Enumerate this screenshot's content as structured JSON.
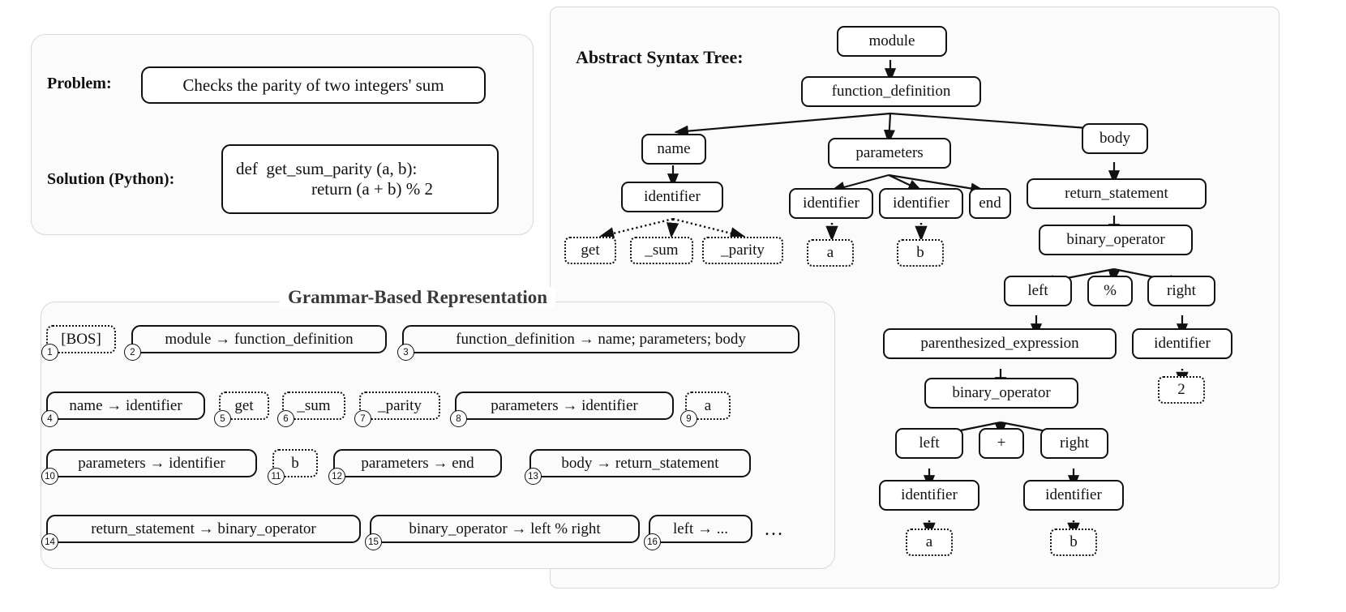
{
  "problem_panel": {
    "problem_label": "Problem:",
    "problem_text": "Checks the parity of two integers' sum",
    "solution_label": "Solution (Python):",
    "solution_line1": "def  get_sum_parity (a, b):",
    "solution_line2": "return (a + b) % 2"
  },
  "ast_panel": {
    "title": "Abstract Syntax Tree:",
    "nodes": [
      {
        "id": "module",
        "label": "module"
      },
      {
        "id": "function_definition",
        "label": "function_definition"
      },
      {
        "id": "name",
        "label": "name"
      },
      {
        "id": "parameters",
        "label": "parameters"
      },
      {
        "id": "body",
        "label": "body"
      },
      {
        "id": "name_identifier",
        "label": "identifier"
      },
      {
        "id": "param_identifier_a",
        "label": "identifier"
      },
      {
        "id": "param_identifier_b",
        "label": "identifier"
      },
      {
        "id": "param_end",
        "label": "end"
      },
      {
        "id": "return_statement",
        "label": "return_statement"
      },
      {
        "id": "leaf_get",
        "label": "get"
      },
      {
        "id": "leaf_sum",
        "label": "_sum"
      },
      {
        "id": "leaf_parity",
        "label": "_parity"
      },
      {
        "id": "leaf_a_param",
        "label": "a"
      },
      {
        "id": "leaf_b_param",
        "label": "b"
      },
      {
        "id": "binop_outer",
        "label": "binary_operator"
      },
      {
        "id": "left_outer",
        "label": "left"
      },
      {
        "id": "op_mod",
        "label": "%"
      },
      {
        "id": "right_outer",
        "label": "right"
      },
      {
        "id": "paren_expr",
        "label": "parenthesized_expression"
      },
      {
        "id": "right_identifier",
        "label": "identifier"
      },
      {
        "id": "leaf_two",
        "label": "2"
      },
      {
        "id": "binop_inner",
        "label": "binary_operator"
      },
      {
        "id": "left_inner",
        "label": "left"
      },
      {
        "id": "op_plus",
        "label": "+"
      },
      {
        "id": "right_inner",
        "label": "right"
      },
      {
        "id": "left_identifier",
        "label": "identifier"
      },
      {
        "id": "right_identifier2",
        "label": "identifier"
      },
      {
        "id": "leaf_a_expr",
        "label": "a"
      },
      {
        "id": "leaf_b_expr",
        "label": "b"
      }
    ]
  },
  "grammar_panel": {
    "title": "Grammar-Based Representation",
    "arrow": "→",
    "ellipsis": "…",
    "tokens": [
      {
        "index": "1",
        "text": "[BOS]",
        "style": "dotted"
      },
      {
        "index": "2",
        "text": "module → function_definition",
        "style": "solid"
      },
      {
        "index": "3",
        "text": "function_definition → name; parameters; body",
        "style": "solid"
      },
      {
        "index": "4",
        "text": "name → identifier",
        "style": "solid"
      },
      {
        "index": "5",
        "text": "get",
        "style": "dotted"
      },
      {
        "index": "6",
        "text": "_sum",
        "style": "dotted"
      },
      {
        "index": "7",
        "text": "_parity",
        "style": "dotted"
      },
      {
        "index": "8",
        "text": "parameters → identifier",
        "style": "solid"
      },
      {
        "index": "9",
        "text": "a",
        "style": "dotted"
      },
      {
        "index": "10",
        "text": "parameters → identifier",
        "style": "solid"
      },
      {
        "index": "11",
        "text": "b",
        "style": "dotted"
      },
      {
        "index": "12",
        "text": "parameters → end",
        "style": "solid"
      },
      {
        "index": "13",
        "text": "body → return_statement",
        "style": "solid"
      },
      {
        "index": "14",
        "text": "return_statement → binary_operator",
        "style": "solid"
      },
      {
        "index": "15",
        "text": "binary_operator → left % right",
        "style": "solid"
      },
      {
        "index": "16",
        "text": "left →  ...",
        "style": "solid"
      }
    ]
  }
}
